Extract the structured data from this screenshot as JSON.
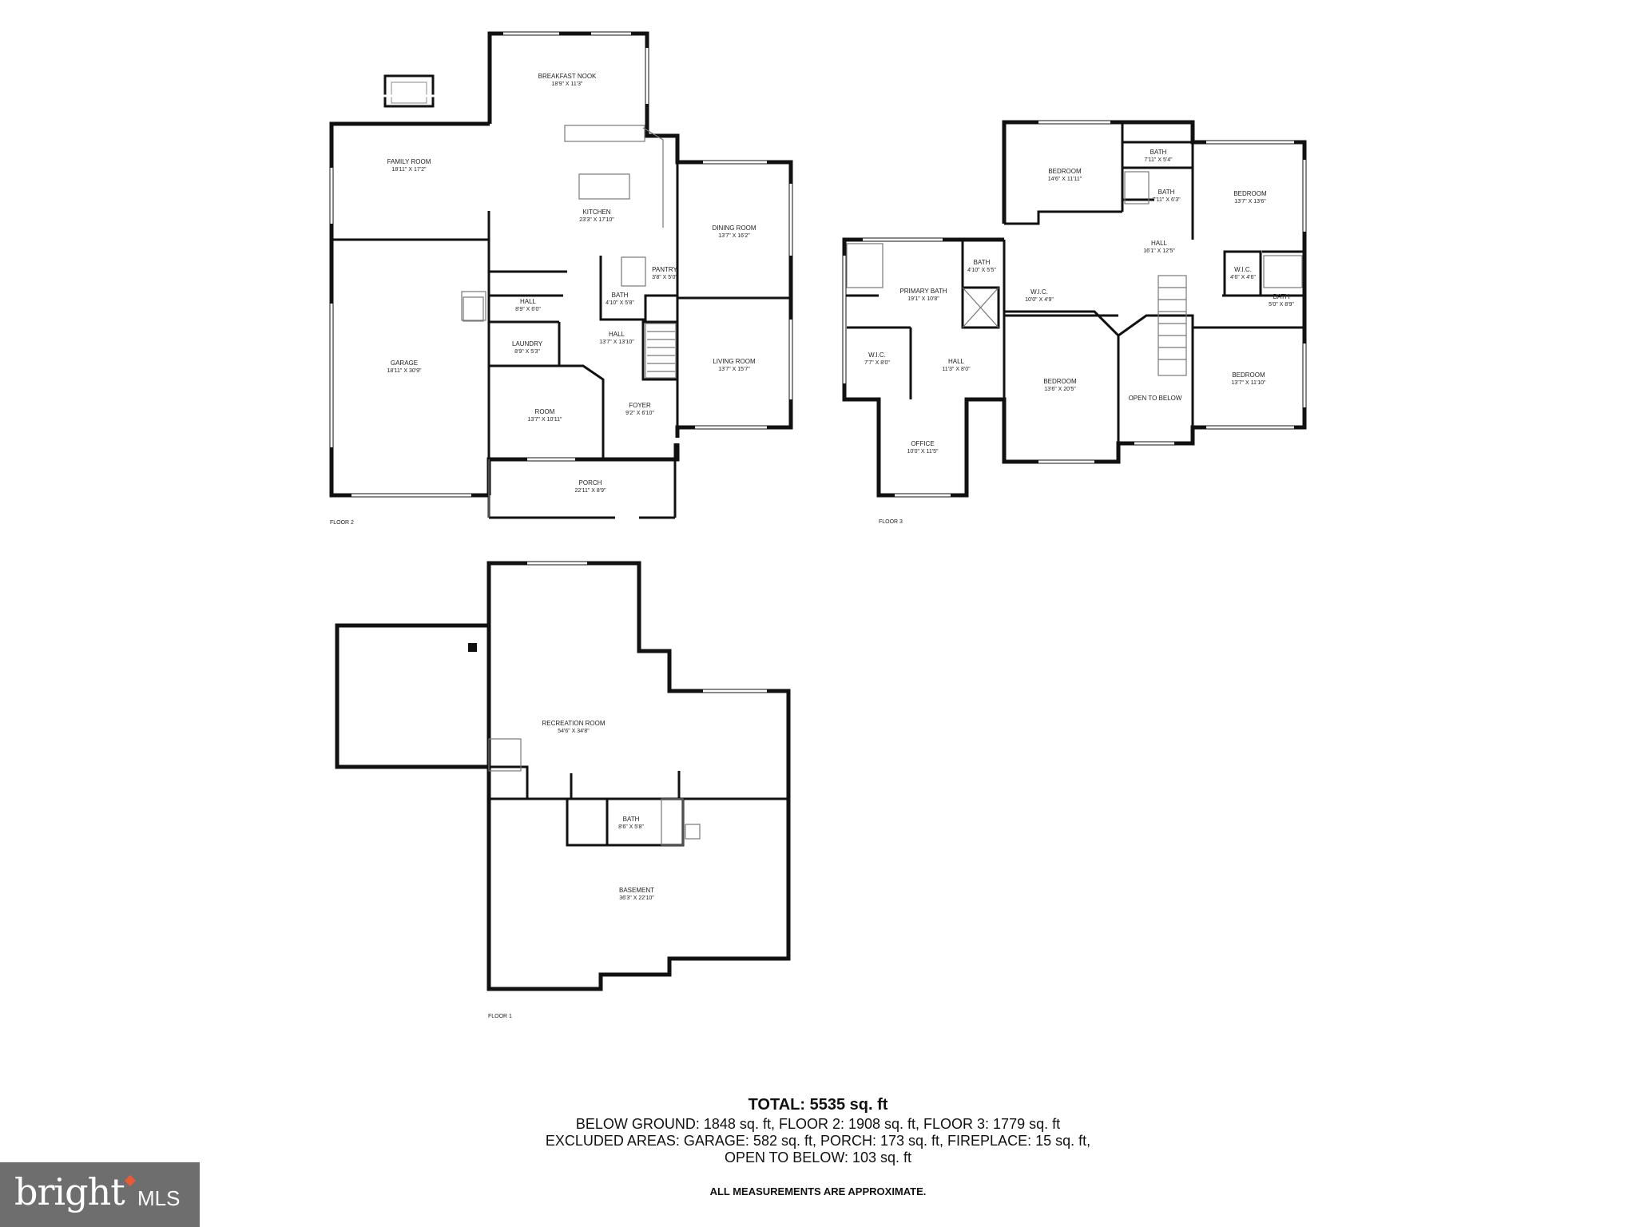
{
  "floors": [
    {
      "label": "FLOOR 2",
      "rooms": [
        {
          "name": "BREAKFAST NOOK",
          "dims": "18'9\" X 11'3\""
        },
        {
          "name": "FAMILY ROOM",
          "dims": "18'11\" X 17'2\""
        },
        {
          "name": "KITCHEN",
          "dims": "23'3\" X 17'10\""
        },
        {
          "name": "DINING ROOM",
          "dims": "13'7\" X 16'2\""
        },
        {
          "name": "PANTRY",
          "dims": "3'8\" X 5'0\""
        },
        {
          "name": "BATH",
          "dims": "4'10\" X 5'8\""
        },
        {
          "name": "HALL",
          "dims": "8'9\" X 6'0\""
        },
        {
          "name": "LAUNDRY",
          "dims": "8'9\" X 5'3\""
        },
        {
          "name": "HALL",
          "dims": "13'7\" X 13'10\""
        },
        {
          "name": "LIVING ROOM",
          "dims": "13'7\" X 15'7\""
        },
        {
          "name": "GARAGE",
          "dims": "18'11\" X 30'9\""
        },
        {
          "name": "ROOM",
          "dims": "13'7\" X 10'11\""
        },
        {
          "name": "FOYER",
          "dims": "9'2\" X 6'10\""
        },
        {
          "name": "PORCH",
          "dims": "22'11\" X 8'9\""
        }
      ]
    },
    {
      "label": "FLOOR 3",
      "rooms": [
        {
          "name": "BEDROOM",
          "dims": "14'6\" X 11'11\""
        },
        {
          "name": "BATH",
          "dims": "7'11\" X 5'4\""
        },
        {
          "name": "BATH",
          "dims": "7'11\" X 6'3\""
        },
        {
          "name": "BEDROOM",
          "dims": "13'7\" X 13'6\""
        },
        {
          "name": "PRIMARY BATH",
          "dims": "19'1\" X 10'8\""
        },
        {
          "name": "BATH",
          "dims": "4'10\" X 5'5\""
        },
        {
          "name": "HALL",
          "dims": "16'1\" X 12'5\""
        },
        {
          "name": "W.I.C.",
          "dims": "4'6\" X 4'6\""
        },
        {
          "name": "BATH",
          "dims": "5'0\" X 8'9\""
        },
        {
          "name": "W.I.C.",
          "dims": "10'0\" X 4'9\""
        },
        {
          "name": "W.I.C.",
          "dims": "7'7\" X 8'0\""
        },
        {
          "name": "HALL",
          "dims": "11'3\" X 8'0\""
        },
        {
          "name": "BEDROOM",
          "dims": "13'6\" X 20'5\""
        },
        {
          "name": "OPEN TO BELOW",
          "dims": ""
        },
        {
          "name": "BEDROOM",
          "dims": "13'7\" X 11'10\""
        },
        {
          "name": "OFFICE",
          "dims": "10'0\" X 11'5\""
        }
      ]
    },
    {
      "label": "FLOOR 1",
      "rooms": [
        {
          "name": "RECREATION ROOM",
          "dims": "54'6\" X 34'8\""
        },
        {
          "name": "BATH",
          "dims": "8'6\" X 5'8\""
        },
        {
          "name": "BASEMENT",
          "dims": "36'3\" X 22'10\""
        }
      ]
    }
  ],
  "summary": {
    "total": "TOTAL: 5535 sq. ft",
    "line1": "BELOW GROUND: 1848 sq. ft, FLOOR 2: 1908 sq. ft, FLOOR 3: 1779 sq. ft",
    "line2": "EXCLUDED AREAS: GARAGE: 582 sq. ft, PORCH: 173 sq. ft, FIREPLACE: 15 sq. ft,",
    "line3": "OPEN TO BELOW: 103 sq. ft",
    "note": "ALL MEASUREMENTS ARE APPROXIMATE."
  },
  "logo": {
    "brand": "bright",
    "suffix": "MLS"
  }
}
